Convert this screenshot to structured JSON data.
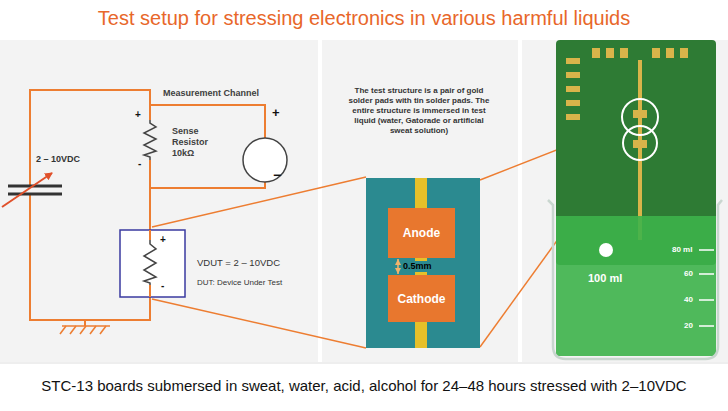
{
  "diagram": {
    "title": "Test setup for stressing electronics in various harmful liquids",
    "caption": "STC-13 boards submersed in sweat, water, acid, alcohol for 24–48 hours stressed with 2–10VDC",
    "nodes": [
      {
        "text": [
          "Anode"
        ]
      },
      {
        "text": [
          "Cathode"
        ]
      }
    ],
    "edges": [
      {
        "from": 0,
        "to": 1,
        "arrow": "both",
        "label": "0.5mm"
      }
    ],
    "labels": [
      "Measurement Channel",
      "+",
      "−",
      "+",
      "Sense Resistor 10kΩ",
      "-",
      "2 – 10VDC",
      "+",
      "-",
      "VDUT = 2 – 10VDC",
      "DUT: Device Under Test",
      "The test structure is a pair of gold solder pads with tin solder pads. The entire structure is immersed in test liquid (water, Gatorade or artificial sweat solution)",
      "100 ml",
      "80 ml",
      "60",
      "40",
      "20"
    ]
  }
}
